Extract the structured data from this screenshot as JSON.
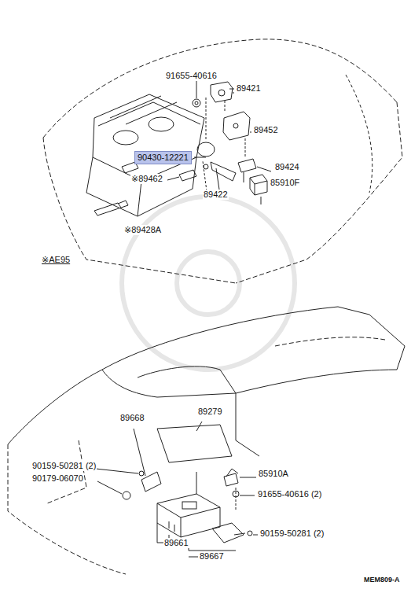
{
  "diagram": {
    "nodes": [
      {
        "text": [
          "90430-12221"
        ]
      }
    ],
    "labels": [
      "91655-40616",
      "89421",
      "89452",
      "89424",
      "85910F",
      "※89462",
      "89422",
      "※89428A",
      "※AE95",
      "89668",
      "89279",
      "90159-50281 (2)",
      "90179-06070",
      "85910A",
      "91655-40616 (2)",
      "90159-50281 (2)",
      "89661",
      "89667",
      "MEM809-A"
    ]
  }
}
